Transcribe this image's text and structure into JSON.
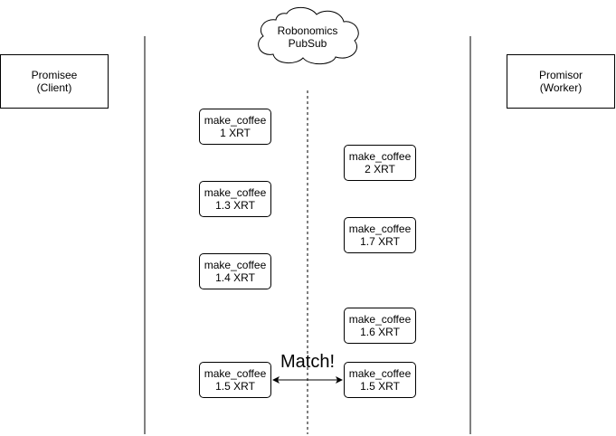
{
  "pubsub": {
    "line1": "Robonomics",
    "line2": "PubSub"
  },
  "client": {
    "line1": "Promisee",
    "line2": "(Client)"
  },
  "worker": {
    "line1": "Promisor",
    "line2": "(Worker)"
  },
  "offers": {
    "client": [
      {
        "name": "make_coffee",
        "price": "1 XRT"
      },
      {
        "name": "make_coffee",
        "price": "1.3 XRT"
      },
      {
        "name": "make_coffee",
        "price": "1.4 XRT"
      },
      {
        "name": "make_coffee",
        "price": "1.5 XRT"
      }
    ],
    "worker": [
      {
        "name": "make_coffee",
        "price": "2 XRT"
      },
      {
        "name": "make_coffee",
        "price": "1.7 XRT"
      },
      {
        "name": "make_coffee",
        "price": "1.6 XRT"
      },
      {
        "name": "make_coffee",
        "price": "1.5 XRT"
      }
    ]
  },
  "match_label": "Match!"
}
